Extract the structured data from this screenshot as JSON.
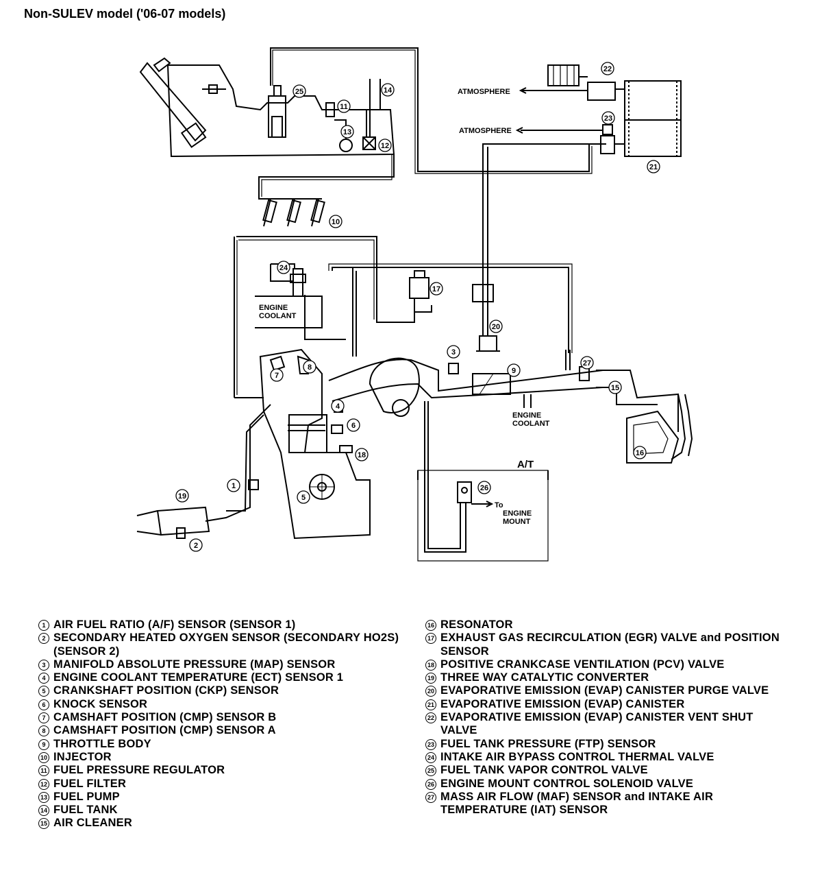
{
  "title": "Non-SULEV model ('06-07 models)",
  "labels": {
    "atmosphere": "ATMOSPHERE",
    "engine_coolant_1": "ENGINE",
    "engine_coolant_2": "COOLANT",
    "at": "A/T",
    "to_engine_mount_1": "To",
    "to_engine_mount_2": "ENGINE",
    "to_engine_mount_3": "MOUNT"
  },
  "callouts": [
    "1",
    "2",
    "3",
    "4",
    "5",
    "6",
    "7",
    "8",
    "9",
    "10",
    "11",
    "12",
    "13",
    "14",
    "15",
    "16",
    "17",
    "18",
    "19",
    "20",
    "21",
    "22",
    "23",
    "24",
    "25",
    "26",
    "27"
  ],
  "legend_left": [
    {
      "num": "1",
      "text": "AIR FUEL RATIO (A/F) SENSOR (SENSOR 1)"
    },
    {
      "num": "2",
      "text": "SECONDARY HEATED OXYGEN SENSOR (SECONDARY HO2S) (SENSOR 2)"
    },
    {
      "num": "3",
      "text": "MANIFOLD ABSOLUTE PRESSURE (MAP) SENSOR"
    },
    {
      "num": "4",
      "text": "ENGINE COOLANT TEMPERATURE (ECT) SENSOR 1"
    },
    {
      "num": "5",
      "text": "CRANKSHAFT POSITION (CKP) SENSOR"
    },
    {
      "num": "6",
      "text": "KNOCK SENSOR"
    },
    {
      "num": "7",
      "text": "CAMSHAFT POSITION (CMP) SENSOR B"
    },
    {
      "num": "8",
      "text": "CAMSHAFT POSITION (CMP) SENSOR A"
    },
    {
      "num": "9",
      "text": "THROTTLE BODY"
    },
    {
      "num": "10",
      "text": "INJECTOR"
    },
    {
      "num": "11",
      "text": "FUEL PRESSURE REGULATOR"
    },
    {
      "num": "12",
      "text": "FUEL FILTER"
    },
    {
      "num": "13",
      "text": "FUEL PUMP"
    },
    {
      "num": "14",
      "text": "FUEL TANK"
    },
    {
      "num": "15",
      "text": "AIR CLEANER"
    }
  ],
  "legend_right": [
    {
      "num": "16",
      "text": "RESONATOR"
    },
    {
      "num": "17",
      "text": "EXHAUST GAS RECIRCULATION (EGR) VALVE and POSITION SENSOR"
    },
    {
      "num": "18",
      "text": "POSITIVE CRANKCASE VENTILATION (PCV) VALVE"
    },
    {
      "num": "19",
      "text": "THREE WAY CATALYTIC CONVERTER"
    },
    {
      "num": "20",
      "text": "EVAPORATIVE EMISSION (EVAP) CANISTER PURGE VALVE"
    },
    {
      "num": "21",
      "text": "EVAPORATIVE EMISSION (EVAP) CANISTER"
    },
    {
      "num": "22",
      "text": "EVAPORATIVE EMISSION (EVAP) CANISTER VENT SHUT VALVE"
    },
    {
      "num": "23",
      "text": "FUEL TANK PRESSURE (FTP) SENSOR"
    },
    {
      "num": "24",
      "text": "INTAKE AIR BYPASS CONTROL THERMAL VALVE"
    },
    {
      "num": "25",
      "text": "FUEL TANK VAPOR CONTROL VALVE"
    },
    {
      "num": "26",
      "text": "ENGINE MOUNT CONTROL SOLENOID VALVE"
    },
    {
      "num": "27",
      "text": "MASS AIR FLOW (MAF) SENSOR and INTAKE AIR TEMPERATURE (IAT) SENSOR"
    }
  ]
}
